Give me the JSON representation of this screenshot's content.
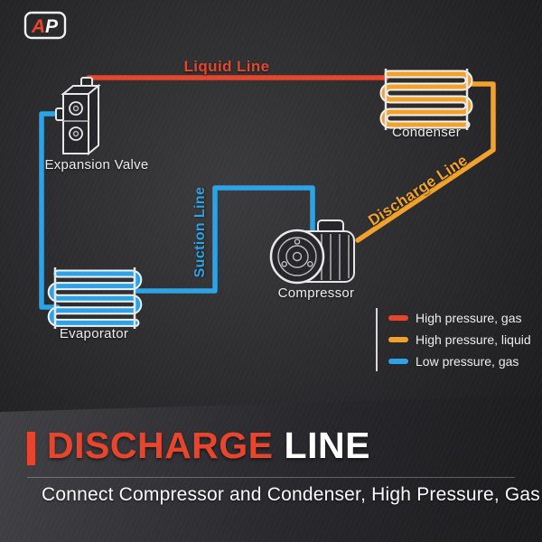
{
  "brand": {
    "mark_a": "A",
    "mark_p": "P",
    "accent_color": "#e8442b"
  },
  "diagram": {
    "components": {
      "expansion_valve": "Expansion Valve",
      "condenser": "Condenser",
      "compressor": "Compressor",
      "evaporator": "Evaporator"
    },
    "lines": {
      "liquid": {
        "label": "Liquid Line",
        "color": "#e8442b"
      },
      "discharge": {
        "label": "Discharge Line",
        "color": "#f2a22b"
      },
      "suction": {
        "label": "Suction Line",
        "color": "#2ba3e8"
      }
    },
    "legend": {
      "items": [
        {
          "label": "High pressure, gas",
          "color": "#e8442b"
        },
        {
          "label": "High pressure, liquid",
          "color": "#f2a22b"
        },
        {
          "label": "Low pressure, gas",
          "color": "#2ba3e8"
        }
      ]
    }
  },
  "footer": {
    "title_accent": "DISCHARGE",
    "title_rest": "LINE",
    "subtitle": "Connect Compressor and Condenser, High Pressure, Gas",
    "accent_color": "#e8442b"
  }
}
